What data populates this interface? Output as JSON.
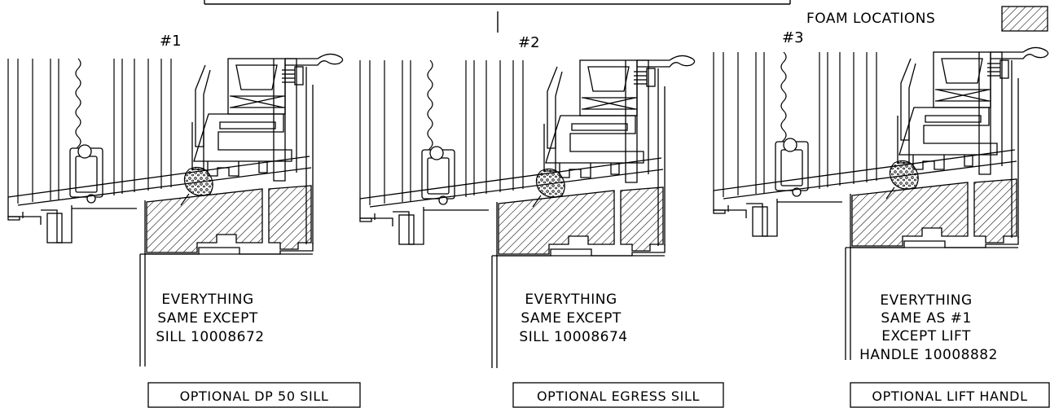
{
  "legend": {
    "label": "FOAM LOCATIONS"
  },
  "details": [
    {
      "number": "#1",
      "notes": [
        "EVERYTHING",
        "SAME EXCEPT",
        "SILL 10008672"
      ],
      "caption": "OPTIONAL DP 50 SILL"
    },
    {
      "number": "#2",
      "notes": [
        "EVERYTHING",
        "SAME EXCEPT",
        "SILL 10008674"
      ],
      "caption": "OPTIONAL EGRESS SILL"
    },
    {
      "number": "#3",
      "notes": [
        "EVERYTHING",
        "SAME AS #1",
        "EXCEPT LIFT",
        "HANDLE 10008882"
      ],
      "caption": "OPTIONAL LIFT HANDL"
    }
  ],
  "colors": {
    "line": "#000000",
    "background": "#ffffff"
  }
}
